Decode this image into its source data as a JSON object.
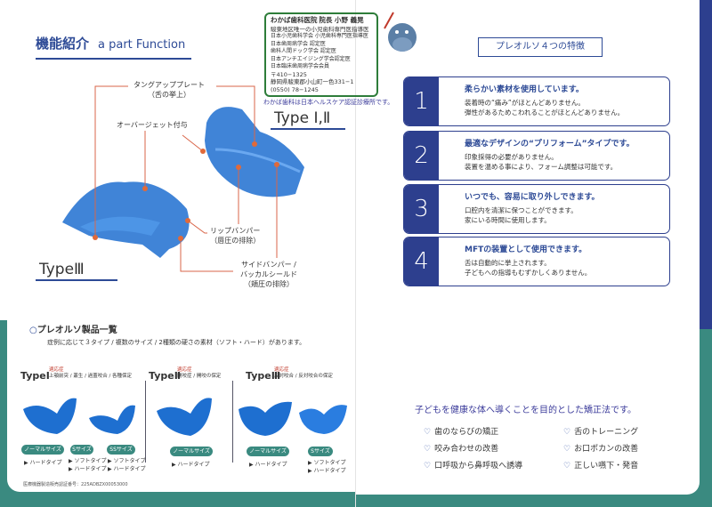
{
  "left": {
    "title_jp": "機能紹介",
    "title_en": "a part Function",
    "clinic": {
      "name": "わかば歯科医院",
      "director": "院長 小野 義晃",
      "lines": [
        "駿東地区唯一の小児歯科専門医指導医",
        "日本小児歯科学会 小児歯科専門医指導医",
        "日本歯周病学会 認定医",
        "歯科人間ドック学会 認定医",
        "日本アンチエイジング学会認定医",
        "日本臨床歯周病学会会員",
        "〒410−1325",
        "静岡県駿東郡小山町一色331−1",
        "(0550) 78−1245"
      ],
      "note": "わかば歯科は日本ヘルスケア認証診療所です。"
    },
    "labels": {
      "tongue": "タングアッププレート",
      "tongue_sub": "（舌の挙上）",
      "overjet": "オーバージェット付与",
      "lip": "リップバンパー",
      "lip_sub": "（唇圧の排除）",
      "side1": "サイドバンパー /",
      "side2": "バッカルシールド",
      "side_sub": "（頬圧の排除）"
    },
    "type12": "Type Ⅰ,Ⅱ",
    "type3": "TypeⅢ",
    "products_title": "プレオルソ製品一覧",
    "products_sub": "症例に応じて３タイプ / 複数のサイズ / 2種類の硬さの素材（ソフト・ハード）があります。",
    "types": [
      {
        "name": "TypeⅠ",
        "ind_label": "適応症",
        "ind": "上顎前突 / 叢生 / 過蓋咬合 / 各種保定"
      },
      {
        "name": "TypeⅡ",
        "ind_label": "適応症",
        "ind": "開咬症 / 開咬の保定"
      },
      {
        "name": "TypeⅢ",
        "ind_label": "適応症",
        "ind": "反対咬合 / 反対咬合の保定"
      }
    ],
    "sizes": {
      "normal": "ノーマルサイズ",
      "s": "Sサイズ",
      "ss": "SSサイズ"
    },
    "hard": "▶ ハードタイプ",
    "soft": "▶ ソフトタイプ",
    "registration": "医療機器製造販売認証番号：225ADBZX00053000"
  },
  "right": {
    "features_title": "プレオルソ４つの特徴",
    "features": [
      {
        "num": "1",
        "head": "柔らかい素材を使用しています。",
        "l1": "装着時の“痛み”がほとんどありません。",
        "l2": "弾性があるためこわれることがほとんどありません。"
      },
      {
        "num": "2",
        "head": "最適なデザインの“プリフォーム”タイプです。",
        "l1": "印象採得の必要がありません。",
        "l2": "装置を温める事により、フォーム調整は可能です。"
      },
      {
        "num": "3",
        "head": "いつでも、容易に取り外しできます。",
        "l1": "口腔内を清潔に保つことができます。",
        "l2": "家にいる時間に使用します。"
      },
      {
        "num": "4",
        "head": "MFTの装置として使用できます。",
        "l1": "舌は自動的に挙上されます。",
        "l2": "子どもへの指導もむずかしくありません。"
      }
    ],
    "goal": "子どもを健康な体へ導くことを目的とした矯正法です。",
    "benefits": [
      "歯のならびの矯正",
      "咬み合わせの改善",
      "口呼吸から鼻呼吸へ誘導",
      "舌のトレーニング",
      "お口ポカンの改善",
      "正しい嚥下・発音"
    ]
  },
  "colors": {
    "navy": "#2d3f8e",
    "teal": "#3a8a80",
    "accent_red": "#c0392b",
    "guard_blue": "#1e6fd0"
  }
}
